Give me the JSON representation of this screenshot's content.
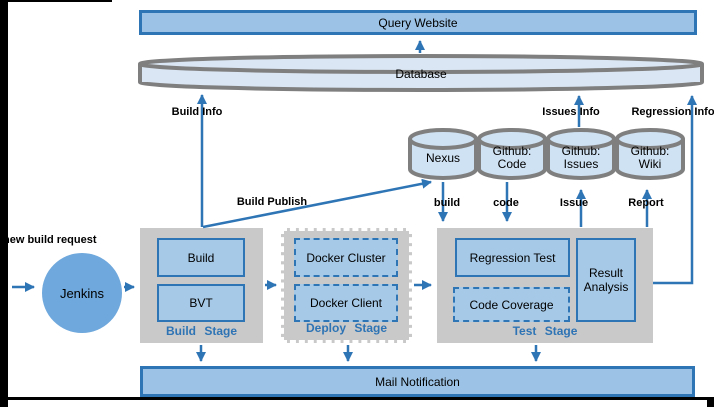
{
  "nodes": {
    "query_website": "Query Website",
    "database": "Database",
    "mail_notification": "Mail Notification",
    "jenkins": "Jenkins"
  },
  "repos": [
    {
      "line1": "Nexus",
      "line2": ""
    },
    {
      "line1": "Github:",
      "line2": "Code"
    },
    {
      "line1": "Github:",
      "line2": "Issues"
    },
    {
      "line1": "Github:",
      "line2": "Wiki"
    }
  ],
  "stages": {
    "build": {
      "label": "Build Stage",
      "box1": "Build",
      "box2": "BVT"
    },
    "deploy": {
      "label": "Deploy Stage",
      "box1": "Docker Cluster",
      "box2": "Docker Client"
    },
    "test": {
      "label": "Test Stage",
      "box1": "Regression Test",
      "box2": "Code Coverage",
      "box3_line1": "Result",
      "box3_line2": "Analysis"
    }
  },
  "edge_labels": {
    "new_build_request": "new build request",
    "build_info": "Build Info",
    "build_publish": "Build Publish",
    "build": "build",
    "code": "code",
    "issue": "Issue",
    "report": "Report",
    "issues_info": "Issues Info",
    "regression_info": "Regression Info"
  },
  "colors": {
    "accent_blue": "#2e75b6",
    "node_fill": "#9cc3e5",
    "inner_fill": "#a5c9e7",
    "cylinder_fill": "#cfe2f3",
    "database_fill": "#dae6f3",
    "cylinder_border": "#7f7f7f",
    "stage_fill": "#c9c9c9",
    "jenkins_fill": "#6fa8dc",
    "arrow": "#2e75b6",
    "stage_label_blue": "#2e74b5"
  }
}
